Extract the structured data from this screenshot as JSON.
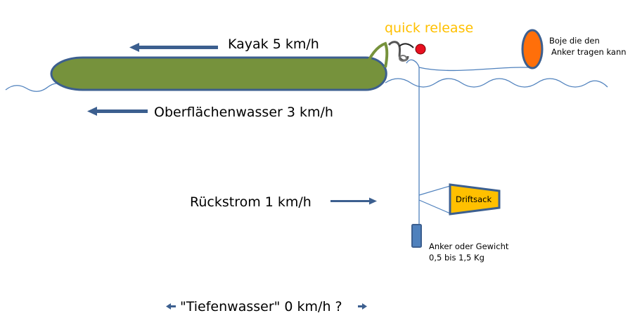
{
  "labels": {
    "kayak": "Kayak 5 km/h",
    "surface_water": "Oberflächenwasser 3 km/h",
    "return_current": "Rückstrom 1 km/h",
    "deep_water": "\"Tiefenwasser\" 0 km/h ?",
    "quick_release": "quick release",
    "buoy_line1": "Boje die den",
    "buoy_line2": "Anker tragen kann",
    "drift_sack": "Driftsack",
    "anchor_line1": "Anker oder Gewicht",
    "anchor_line2": "0,5 bis 1,5 Kg"
  },
  "colors": {
    "kayak_fill": "#76923c",
    "outline": "#3c5f8f",
    "arrow": "#3c5f8f",
    "water_line": "#4f81bd",
    "quick_release_text": "#ffc000",
    "buoy_fill": "#ff6f0a",
    "drift_sack_fill": "#ffc000",
    "anchor_fill": "#4f81bd",
    "ball": "#e81020"
  }
}
